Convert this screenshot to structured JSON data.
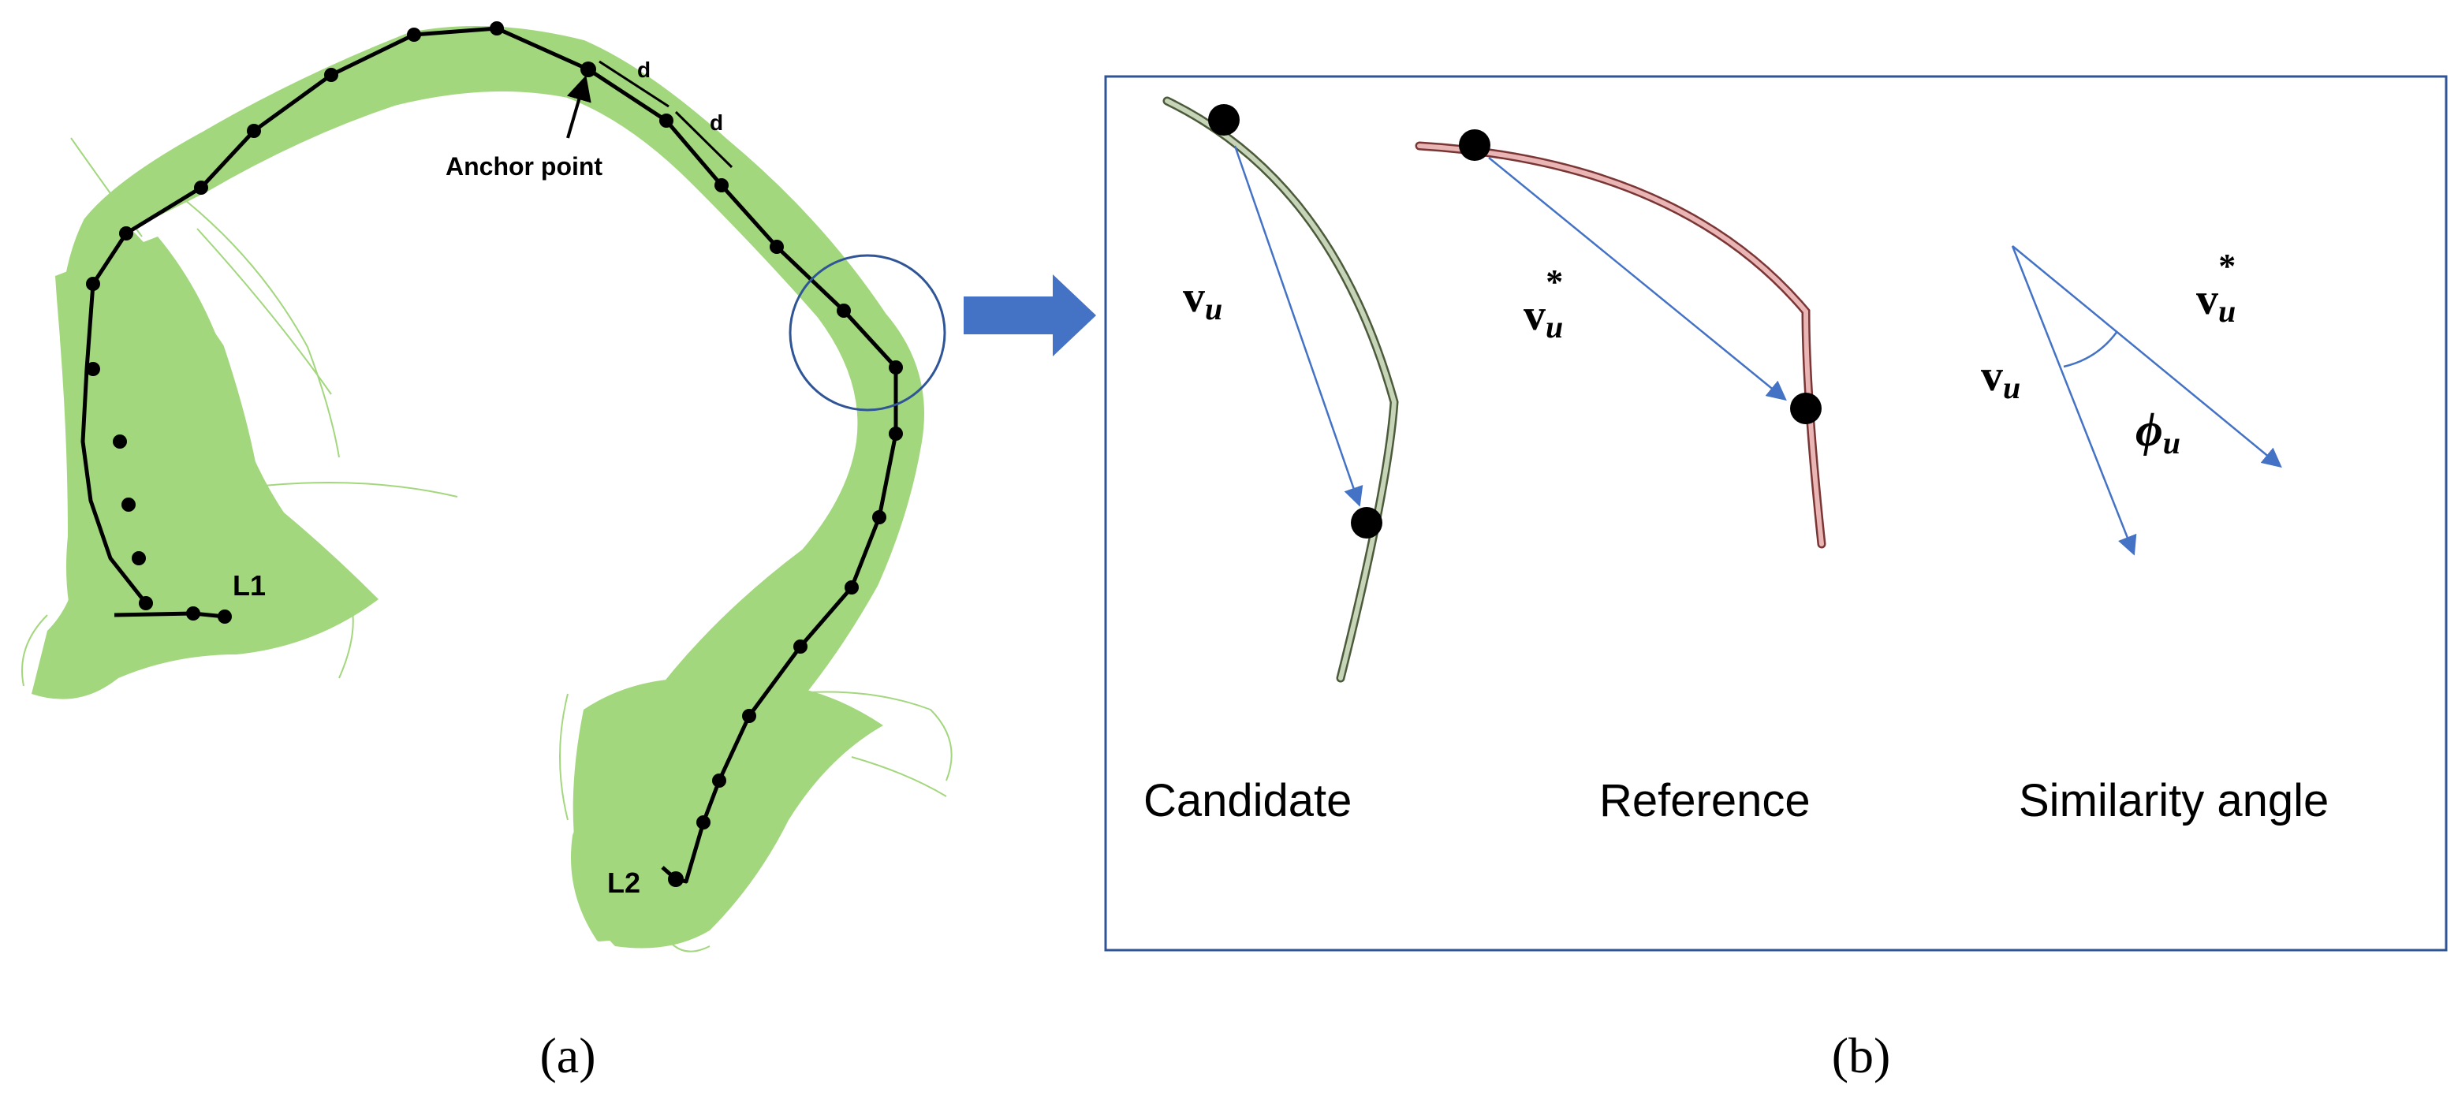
{
  "panel_a": {
    "anchor_label": "Anchor point",
    "spacing_label_1": "d",
    "spacing_label_2": "d",
    "endpoint_1": "L1",
    "endpoint_2": "L2",
    "caption": "(a)"
  },
  "panel_b": {
    "candidate_label": "Candidate",
    "reference_label": "Reference",
    "similarity_label": "Similarity angle",
    "candidate_vector": {
      "base": "v",
      "sub": "u"
    },
    "reference_vector": {
      "base": "v",
      "sub": "u",
      "sup": "*"
    },
    "sim_vector": {
      "base": "v",
      "sub": "u"
    },
    "sim_ref_vector": {
      "base": "v",
      "sub": "u",
      "sup": "*"
    },
    "angle_symbol": {
      "base": "ϕ",
      "sub": "u"
    },
    "caption": "(b)"
  },
  "colors": {
    "bundle": "#a3d77e",
    "tract": "#000000",
    "vector": "#4472c4",
    "arrow": "#4472c4",
    "candidate_fiber": "#c7d4b8",
    "reference_fiber": "#eab5b5",
    "frame": "#2f5597"
  }
}
